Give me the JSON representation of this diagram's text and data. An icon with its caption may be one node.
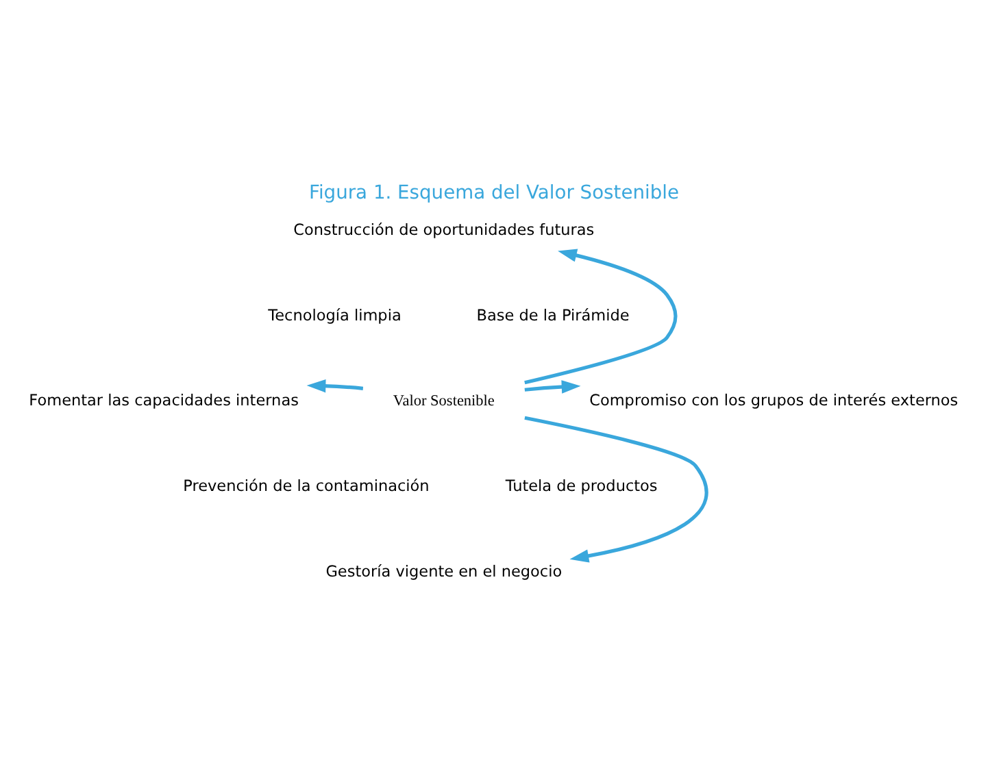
{
  "diagram": {
    "title": "Figura 1. Esquema del Valor Sostenible",
    "nodes": [
      {
        "text": [
          "Construcción de oportunidades futuras"
        ]
      },
      {
        "text": [
          "Fomentar las capacidades internas"
        ]
      },
      {
        "text": [
          "Valor Sostenible"
        ]
      },
      {
        "text": [
          "Compromiso con los grupos de interés externos"
        ]
      },
      {
        "text": [
          "Gestoría vigente en el negocio"
        ]
      }
    ],
    "edges": [
      {
        "from": 2,
        "to": 0,
        "arrow": "to"
      },
      {
        "from": 2,
        "to": 1,
        "arrow": "to"
      },
      {
        "from": 2,
        "to": 3,
        "arrow": "to"
      },
      {
        "from": 2,
        "to": 4,
        "arrow": "to"
      }
    ],
    "labels": [
      "Tecnología limpia",
      "Base de la Pirámide",
      "Prevención de la contaminación",
      "Tutela de productos"
    ]
  }
}
